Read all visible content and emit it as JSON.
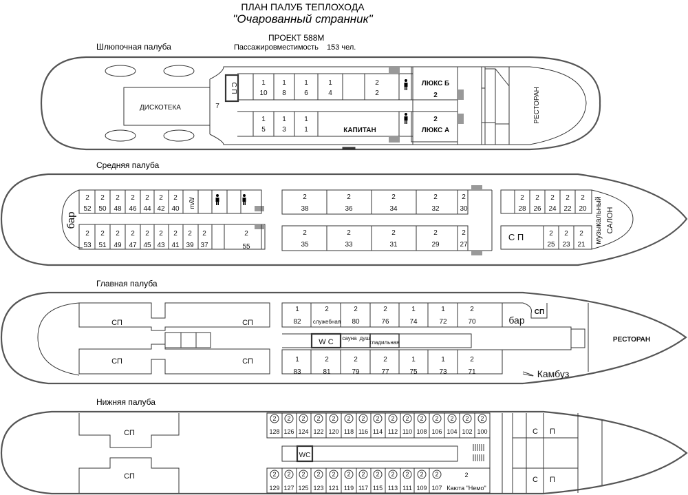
{
  "header": {
    "title": "ПЛАН ПАЛУБ ТЕПЛОХОДА",
    "ship_name": "\"Очарованный странник\"",
    "project": "ПРОЕКТ 588М",
    "capacity_label": "Пассажировместимость",
    "capacity_value": "153 чел."
  },
  "decks": {
    "boat": {
      "title": "Шлюпочная палуба",
      "disco": "ДИСКОТЕКА",
      "disco_num": "7",
      "sp": "С П",
      "top": [
        {
          "n": "10",
          "c": "1"
        },
        {
          "n": "8",
          "c": "1"
        },
        {
          "n": "6",
          "c": "1"
        },
        {
          "n": "4",
          "c": "1"
        },
        {
          "n": "2",
          "c": "2"
        }
      ],
      "bottom": [
        {
          "n": "5",
          "c": "1"
        },
        {
          "n": "3",
          "c": "1"
        },
        {
          "n": "1",
          "c": "1"
        }
      ],
      "captain": "КАПИТАН",
      "lux_b": "ЛЮКС Б",
      "lux_b_c": "2",
      "lux_a": "ЛЮКС А",
      "lux_a_c": "2",
      "restaurant": "РЕСТОРАН"
    },
    "middle": {
      "title": "Средняя палуба",
      "bar": "бар",
      "shower": "душ",
      "top": [
        {
          "n": "52",
          "c": "2"
        },
        {
          "n": "50",
          "c": "2"
        },
        {
          "n": "48",
          "c": "2"
        },
        {
          "n": "46",
          "c": "2"
        },
        {
          "n": "44",
          "c": "2"
        },
        {
          "n": "42",
          "c": "2"
        },
        {
          "n": "40",
          "c": "2"
        }
      ],
      "bottom": [
        {
          "n": "53",
          "c": "2"
        },
        {
          "n": "51",
          "c": "2"
        },
        {
          "n": "49",
          "c": "2"
        },
        {
          "n": "47",
          "c": "2"
        },
        {
          "n": "45",
          "c": "2"
        },
        {
          "n": "43",
          "c": "2"
        },
        {
          "n": "41",
          "c": "2"
        },
        {
          "n": "39",
          "c": "2"
        },
        {
          "n": "37",
          "c": "2"
        }
      ],
      "c55": {
        "n": "55",
        "c": "2"
      },
      "top_big": [
        {
          "n": "38",
          "c": "2"
        },
        {
          "n": "36",
          "c": "2"
        },
        {
          "n": "34",
          "c": "2"
        },
        {
          "n": "32",
          "c": "2"
        },
        {
          "n": "30",
          "c": "2"
        }
      ],
      "bottom_big": [
        {
          "n": "35",
          "c": "2"
        },
        {
          "n": "33",
          "c": "2"
        },
        {
          "n": "31",
          "c": "2"
        },
        {
          "n": "29",
          "c": "2"
        },
        {
          "n": "27",
          "c": "2"
        }
      ],
      "fore_top": [
        {
          "n": "28",
          "c": "2"
        },
        {
          "n": "26",
          "c": "2"
        },
        {
          "n": "24",
          "c": "2"
        },
        {
          "n": "22",
          "c": "2"
        },
        {
          "n": "20",
          "c": "2"
        }
      ],
      "fore_bottom": [
        {
          "n": "25",
          "c": "2"
        },
        {
          "n": "23",
          "c": "2"
        },
        {
          "n": "21",
          "c": "2"
        }
      ],
      "sp": "С П",
      "salon_1": "музыкальный",
      "salon_2": "САЛОН"
    },
    "main": {
      "title": "Главная палуба",
      "sp": "СП",
      "top": [
        {
          "n": "82",
          "c": "1"
        },
        {
          "n": "служебная",
          "c": "2"
        },
        {
          "n": "80",
          "c": "2"
        },
        {
          "n": "76",
          "c": "2"
        },
        {
          "n": "74",
          "c": "1"
        },
        {
          "n": "72",
          "c": "1"
        },
        {
          "n": "70",
          "c": "2"
        }
      ],
      "bottom": [
        {
          "n": "83",
          "c": "1"
        },
        {
          "n": "81",
          "c": "2"
        },
        {
          "n": "79",
          "c": "2"
        },
        {
          "n": "77",
          "c": "2"
        },
        {
          "n": "75",
          "c": "1"
        },
        {
          "n": "73",
          "c": "1"
        },
        {
          "n": "71",
          "c": "2"
        }
      ],
      "wc": "W C",
      "sauna": "сауна",
      "shower": "душ",
      "ironing": "гладильная",
      "bar": "бар",
      "sp_bold": "СП",
      "restaurant": "РЕСТОРАН",
      "galley": "Камбуз"
    },
    "lower": {
      "title": "Нижняя палуба",
      "sp": "СП",
      "top": [
        {
          "n": "128",
          "c": "2"
        },
        {
          "n": "126",
          "c": "2"
        },
        {
          "n": "124",
          "c": "2"
        },
        {
          "n": "122",
          "c": "2"
        },
        {
          "n": "120",
          "c": "2"
        },
        {
          "n": "118",
          "c": "2"
        },
        {
          "n": "116",
          "c": "2"
        },
        {
          "n": "114",
          "c": "2"
        },
        {
          "n": "112",
          "c": "2"
        },
        {
          "n": "110",
          "c": "2"
        },
        {
          "n": "108",
          "c": "2"
        },
        {
          "n": "106",
          "c": "2"
        },
        {
          "n": "104",
          "c": "2"
        },
        {
          "n": "102",
          "c": "2"
        },
        {
          "n": "100",
          "c": "2"
        }
      ],
      "bottom": [
        {
          "n": "129",
          "c": "2"
        },
        {
          "n": "127",
          "c": "2"
        },
        {
          "n": "125",
          "c": "2"
        },
        {
          "n": "123",
          "c": "2"
        },
        {
          "n": "121",
          "c": "2"
        },
        {
          "n": "119",
          "c": "2"
        },
        {
          "n": "117",
          "c": "2"
        },
        {
          "n": "115",
          "c": "2"
        },
        {
          "n": "113",
          "c": "2"
        },
        {
          "n": "111",
          "c": "2"
        },
        {
          "n": "109",
          "c": "2"
        },
        {
          "n": "107",
          "c": "2"
        }
      ],
      "wc": "WC",
      "nemo": "Каюта \"Немо\"",
      "nemo_c": "2",
      "s": "С",
      "p": "П"
    }
  },
  "colors": {
    "line": "#333333",
    "hull": "#555555"
  }
}
